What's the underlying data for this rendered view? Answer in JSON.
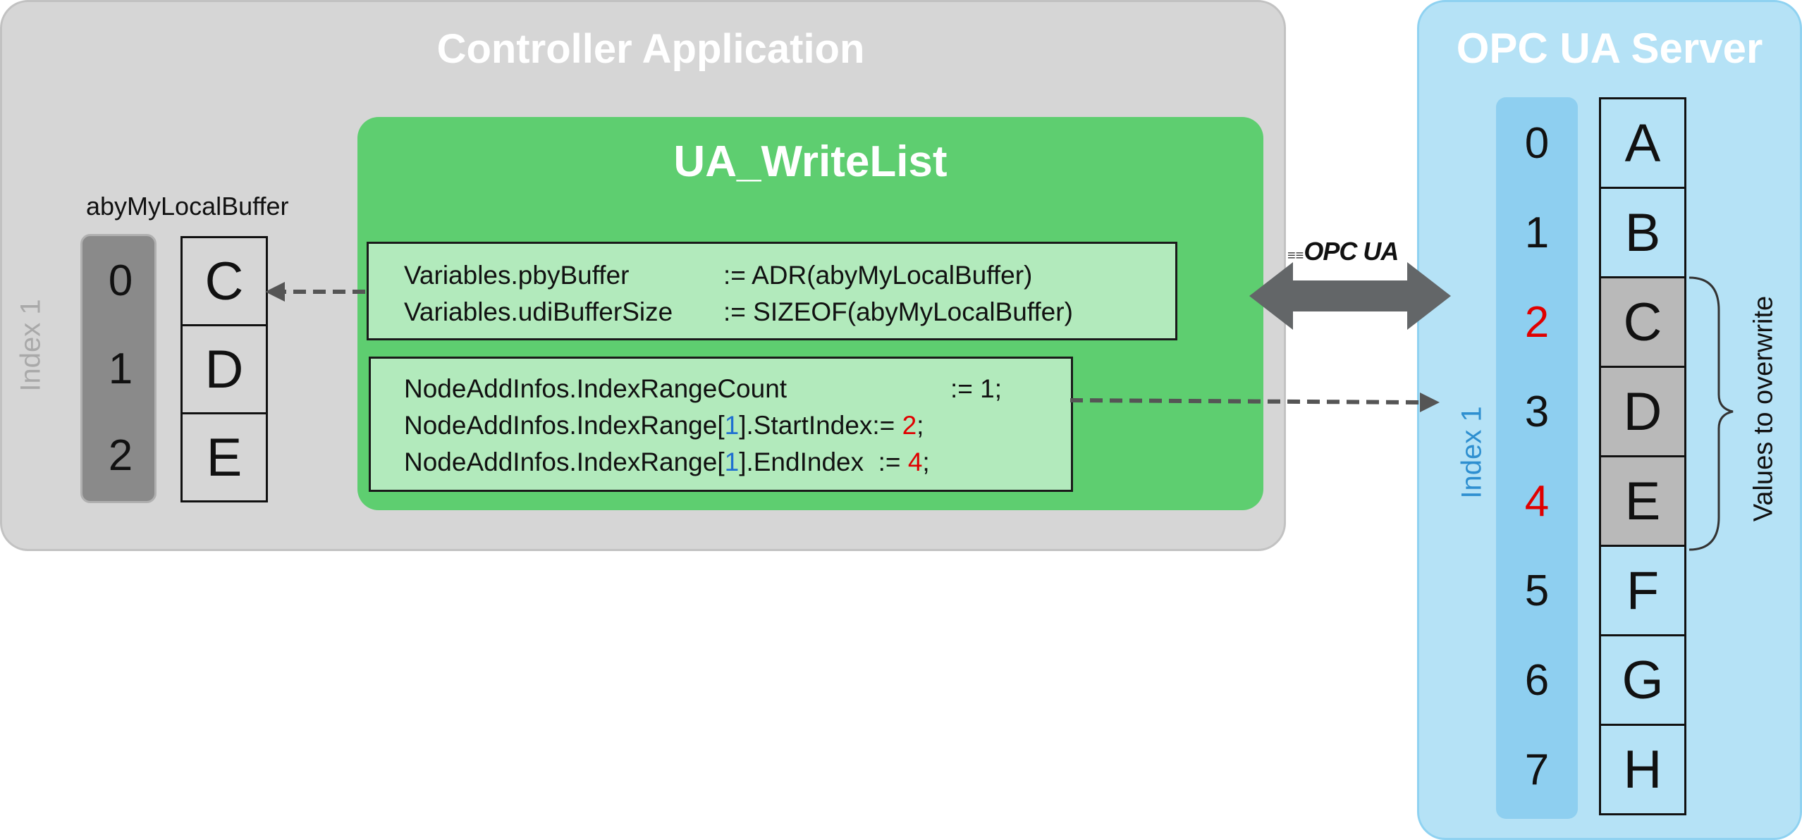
{
  "controller": {
    "title": "Controller Application",
    "local_buffer": {
      "label": "abyMyLocalBuffer",
      "index_label": "Index 1",
      "indices": [
        "0",
        "1",
        "2"
      ],
      "values": [
        "C",
        "D",
        "E"
      ]
    },
    "writelist": {
      "title": "UA_WriteList",
      "variables_lines": [
        {
          "name": "Variables.pbyBuffer",
          "value": ":= ADR(abyMyLocalBuffer)"
        },
        {
          "name": "Variables.udiBufferSize",
          "value": ":= SIZEOF(abyMyLocalBuffer)"
        }
      ],
      "index_lines": [
        {
          "prefix": "NodeAddInfos.IndexRangeCount",
          "idx": "",
          "suffix": "",
          "assign": ":=",
          "val": "1",
          "end": ";"
        },
        {
          "prefix": "NodeAddInfos.IndexRange[",
          "idx": "1",
          "suffix": "].StartIndex",
          "assign": ":=",
          "val": "2",
          "end": ";"
        },
        {
          "prefix": "NodeAddInfos.IndexRange[",
          "idx": "1",
          "suffix": "].EndIndex",
          "assign": ":=",
          "val": "4",
          "end": ";"
        }
      ]
    }
  },
  "connector": {
    "logo_text": "OPC UA"
  },
  "server": {
    "title": "OPC UA Server",
    "index_label": "Index 1",
    "indices": [
      "0",
      "1",
      "2",
      "3",
      "4",
      "5",
      "6",
      "7"
    ],
    "values": [
      "A",
      "B",
      "C",
      "D",
      "E",
      "F",
      "G",
      "H"
    ],
    "overwrite_label": "Values to overwrite",
    "highlight_range": [
      2,
      4
    ]
  },
  "colors": {
    "controller_bg": "#d6d6d6",
    "writelist_bg": "#5ece70",
    "codebox_bg": "#b2eabc",
    "server_bg": "#b5e2f6",
    "server_index_bg": "#8ecff0",
    "highlight_cell": "#b9b9b9",
    "accent_red": "#e00000",
    "accent_blue": "#1f6fd1"
  }
}
